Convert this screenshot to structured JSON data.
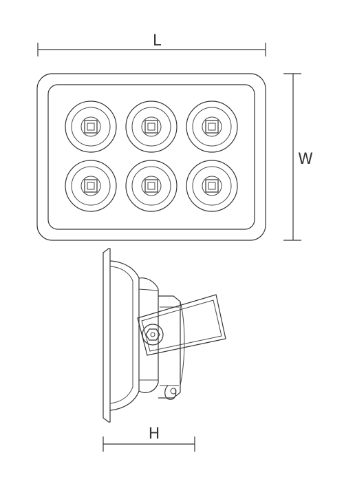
{
  "diagram": {
    "labels": {
      "length": "L",
      "width": "W",
      "height": "H"
    },
    "led_grid": {
      "rows": 2,
      "columns": 3
    },
    "line_color": "#333333",
    "background_color": "#ffffff"
  }
}
